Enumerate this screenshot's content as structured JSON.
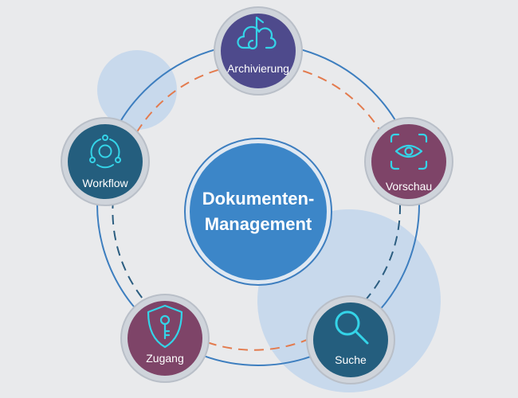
{
  "center": {
    "line1": "Dokumenten-",
    "line2": "Management"
  },
  "nodes": [
    {
      "id": "archivierung",
      "label": "Archivierung",
      "icon": "cloud-music-icon",
      "color": "#4e4a8c"
    },
    {
      "id": "vorschau",
      "label": "Vorschau",
      "icon": "eye-scan-icon",
      "color": "#7e4468"
    },
    {
      "id": "suche",
      "label": "Suche",
      "icon": "magnifier-icon",
      "color": "#245e7e"
    },
    {
      "id": "zugang",
      "label": "Zugang",
      "icon": "shield-key-icon",
      "color": "#7e4468"
    },
    {
      "id": "workflow",
      "label": "Workflow",
      "icon": "orbit-icon",
      "color": "#245e7e"
    }
  ],
  "colors": {
    "background": "#e9eaec",
    "center_fill": "#3c86c8",
    "ring": "#3d7ebf",
    "dashed_orange": "#e37b4e",
    "dashed_blue": "#2b5d80",
    "icon_stroke": "#34d4e8",
    "bubble": "#c4d7ec"
  }
}
